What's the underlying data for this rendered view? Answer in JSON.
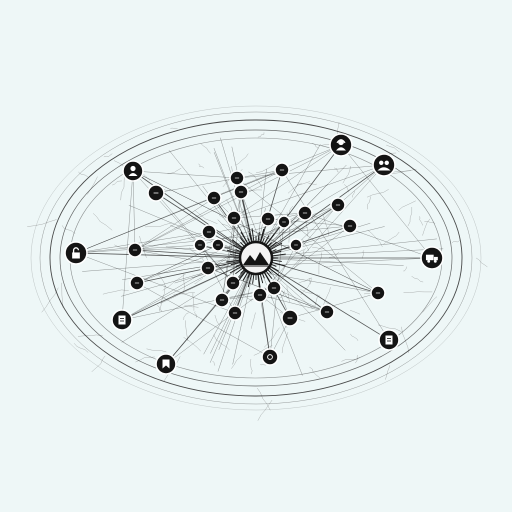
{
  "diagram": {
    "background": "#eef7f7",
    "ink": "#141414",
    "hub": {
      "icon": "landscape-scene-icon",
      "fill": "#f4f4f4"
    },
    "nodes": [
      {
        "id": "n-top-left",
        "icon": "person-icon"
      },
      {
        "id": "n-top-right-a",
        "icon": "person-with-headset-icon"
      },
      {
        "id": "n-top-right-b",
        "icon": "group-icon"
      },
      {
        "id": "n-left",
        "icon": "lock-icon"
      },
      {
        "id": "n-right",
        "icon": "truck-icon"
      },
      {
        "id": "n-lower-left",
        "icon": "document-icon"
      },
      {
        "id": "n-lower-right",
        "icon": "tablet-icon"
      },
      {
        "id": "n-bottom-left",
        "icon": "bookmark-icon"
      },
      {
        "id": "n-bottom-center",
        "icon": "circle-icon"
      },
      {
        "id": "n-inner-1",
        "icon": "dot-icon"
      },
      {
        "id": "n-inner-2",
        "icon": "dot-icon"
      },
      {
        "id": "n-inner-3",
        "icon": "dot-icon"
      },
      {
        "id": "n-inner-4",
        "icon": "dot-icon"
      },
      {
        "id": "n-inner-5",
        "icon": "dot-icon"
      },
      {
        "id": "n-inner-6",
        "icon": "dot-icon"
      },
      {
        "id": "n-inner-7",
        "icon": "dot-icon"
      },
      {
        "id": "n-inner-8",
        "icon": "dot-icon"
      },
      {
        "id": "n-inner-9",
        "icon": "dot-icon"
      },
      {
        "id": "n-inner-10",
        "icon": "dot-icon"
      },
      {
        "id": "n-inner-11",
        "icon": "dot-icon"
      },
      {
        "id": "n-inner-12",
        "icon": "dot-icon"
      },
      {
        "id": "n-inner-13",
        "icon": "dot-icon"
      },
      {
        "id": "n-inner-14",
        "icon": "dot-icon"
      },
      {
        "id": "n-inner-15",
        "icon": "dot-icon"
      },
      {
        "id": "n-inner-16",
        "icon": "dot-icon"
      },
      {
        "id": "n-inner-17",
        "icon": "dot-icon"
      },
      {
        "id": "n-inner-18",
        "icon": "dot-icon"
      },
      {
        "id": "n-inner-19",
        "icon": "dot-icon"
      },
      {
        "id": "n-inner-20",
        "icon": "dot-icon"
      },
      {
        "id": "n-inner-21",
        "icon": "dot-icon"
      },
      {
        "id": "n-inner-22",
        "icon": "dot-icon"
      },
      {
        "id": "n-inner-23",
        "icon": "dot-icon"
      },
      {
        "id": "n-inner-24",
        "icon": "dot-icon"
      },
      {
        "id": "n-inner-25",
        "icon": "dot-icon"
      },
      {
        "id": "n-inner-26",
        "icon": "dot-icon"
      }
    ]
  }
}
